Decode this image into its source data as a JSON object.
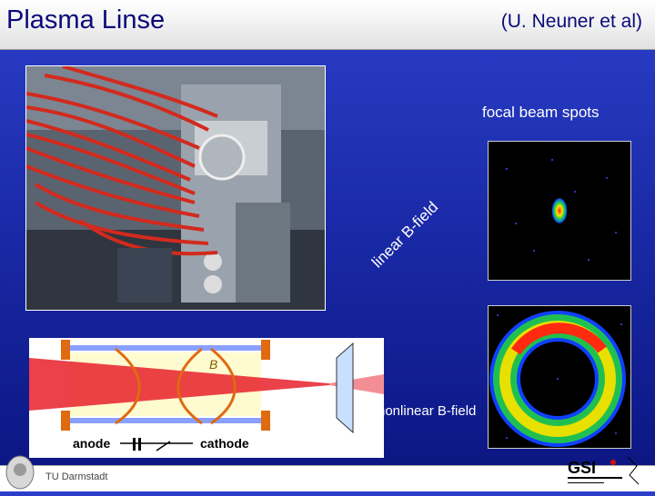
{
  "header": {
    "title": "Plasma Linse",
    "authors": "(U. Neuner et al)"
  },
  "labels": {
    "focal_beam_spots": "focal beam spots",
    "linear_b_field": "linear B-field",
    "nonlinear_b_field": "nonlinear B-field"
  },
  "diagram": {
    "anode": "anode",
    "cathode": "cathode",
    "field_symbol": "B"
  },
  "footer": {
    "institution": "TU Darmstadt",
    "logo_text": "GSI"
  },
  "colors": {
    "background": "#1a2aa8",
    "beam": "#e8202a",
    "title_text": "#0a0a7a"
  }
}
